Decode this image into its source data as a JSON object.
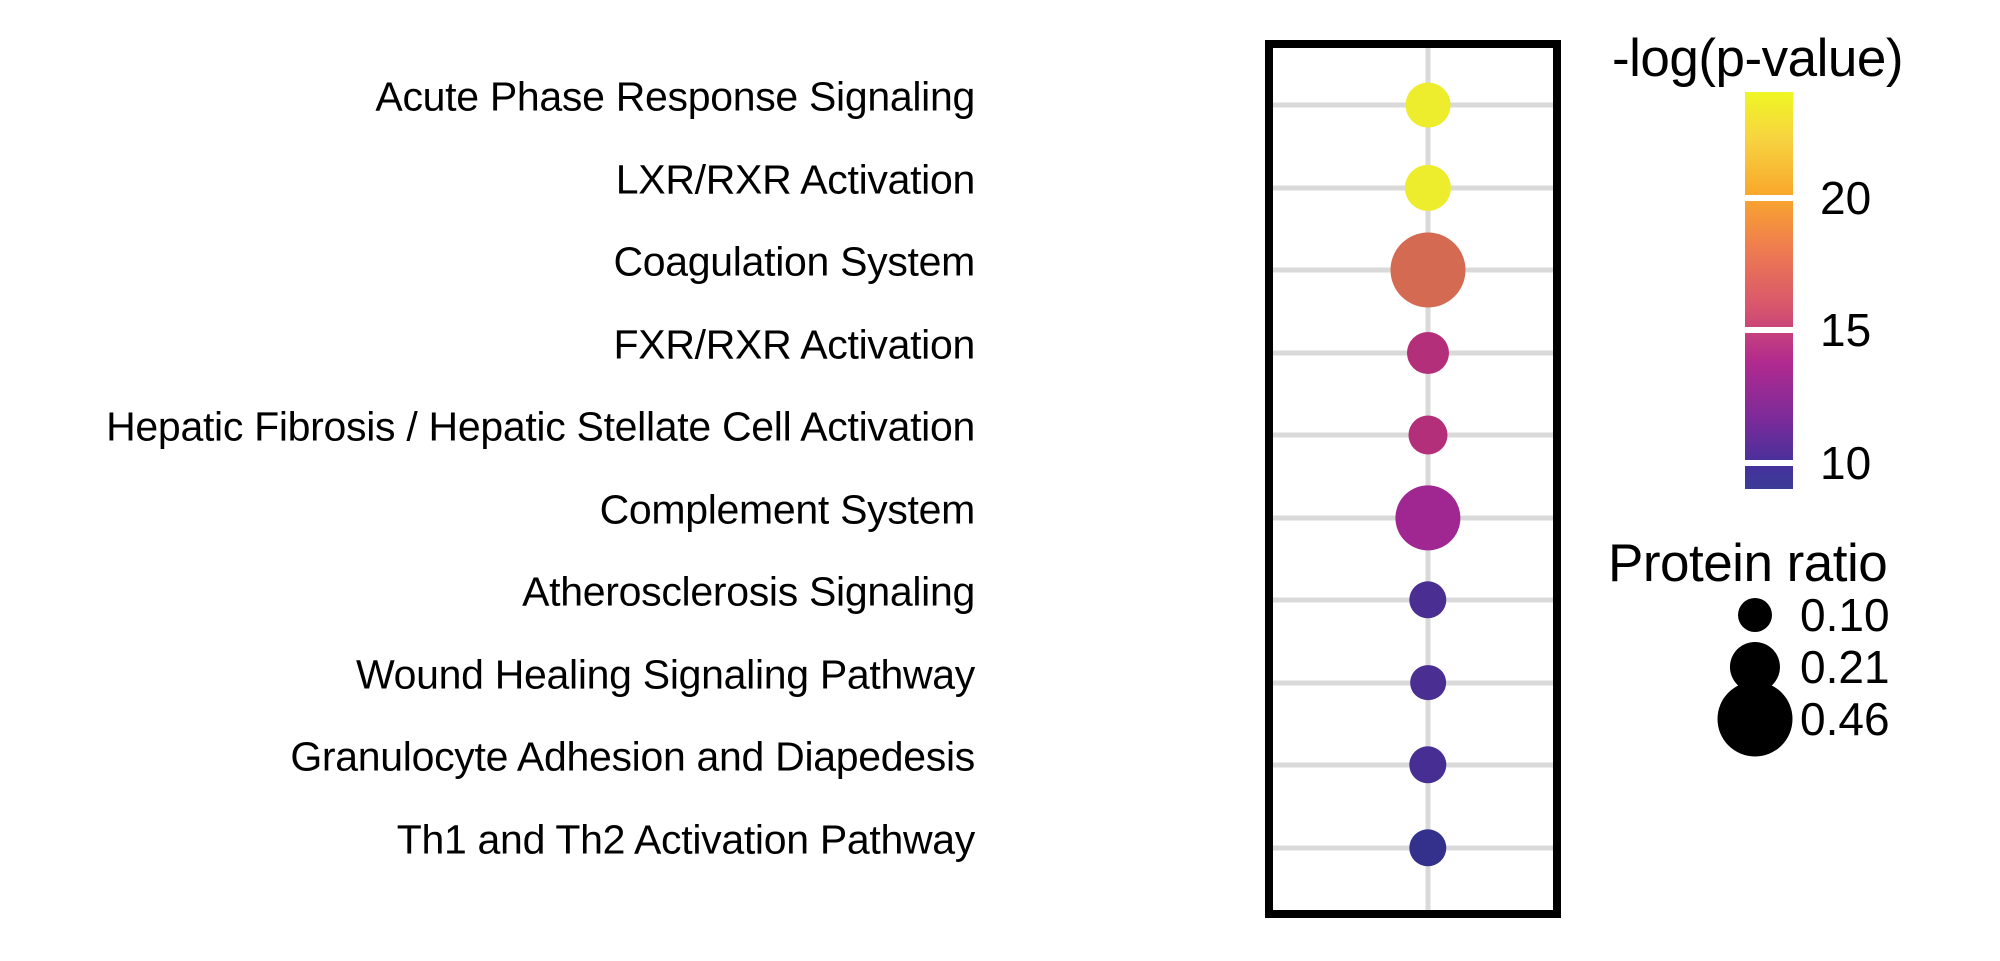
{
  "chart_data": {
    "type": "scatter",
    "subtype": "bubble-dotplot",
    "title": "",
    "xlabel": "",
    "ylabel": "",
    "grid": true,
    "categories": [
      "Acute Phase Response Signaling",
      "LXR/RXR Activation",
      "Coagulation System",
      "FXR/RXR Activation",
      "Hepatic Fibrosis / Hepatic Stellate Cell Activation",
      "Complement System",
      "Atherosclerosis Signaling",
      "Wound Healing Signaling Pathway",
      "Granulocyte Adhesion and Diapedesis",
      "Th1 and Th2 Activation Pathway"
    ],
    "points": [
      {
        "category": "Acute Phase Response Signaling",
        "neg_log_p": 23.0,
        "protein_ratio": 0.17,
        "color": "#eded2e"
      },
      {
        "category": "LXR/RXR Activation",
        "neg_log_p": 22.8,
        "protein_ratio": 0.18,
        "color": "#eded2e"
      },
      {
        "category": "Coagulation System",
        "neg_log_p": 20.2,
        "protein_ratio": 0.46,
        "color": "#d46a52"
      },
      {
        "category": "FXR/RXR Activation",
        "neg_log_p": 16.8,
        "protein_ratio": 0.15,
        "color": "#b42f79"
      },
      {
        "category": "Hepatic Fibrosis / Hepatic Stellate Cell Activation",
        "neg_log_p": 16.3,
        "protein_ratio": 0.13,
        "color": "#b42f79"
      },
      {
        "category": "Complement System",
        "neg_log_p": 15.4,
        "protein_ratio": 0.35,
        "color": "#a02791"
      },
      {
        "category": "Atherosclerosis Signaling",
        "neg_log_p": 11.0,
        "protein_ratio": 0.12,
        "color": "#4b2e92"
      },
      {
        "category": "Wound Healing Signaling Pathway",
        "neg_log_p": 10.8,
        "protein_ratio": 0.11,
        "color": "#4b2e92"
      },
      {
        "category": "Granulocyte Adhesion and Diapedesis",
        "neg_log_p": 10.5,
        "protein_ratio": 0.12,
        "color": "#472e93"
      },
      {
        "category": "Th1 and Th2 Activation Pathway",
        "neg_log_p": 9.6,
        "protein_ratio": 0.12,
        "color": "#33318c"
      }
    ],
    "color_legend": {
      "title": "-log(p-value)",
      "ticks": [
        "20",
        "15",
        "10"
      ],
      "tick_values": [
        20,
        15,
        10
      ],
      "range": [
        9,
        24
      ],
      "colormap": "plasma"
    },
    "size_legend": {
      "title": "Protein ratio",
      "entries": [
        "0.10",
        "0.21",
        "0.46"
      ],
      "values": [
        0.1,
        0.21,
        0.46
      ]
    }
  },
  "legend": {
    "colorbar_title": "-log(p-value)",
    "colorbar_ticks": [
      "20",
      "15",
      "10"
    ],
    "size_title": "Protein ratio",
    "size_labels": [
      "0.10",
      "0.21",
      "0.46"
    ]
  },
  "colors": {
    "background": "#ffffff",
    "axis_border": "#000000",
    "gridline": "#d9d9d9",
    "text": "#000000"
  }
}
